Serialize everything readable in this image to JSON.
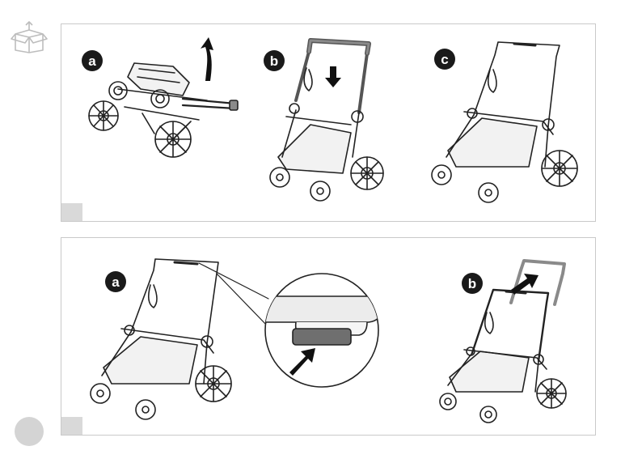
{
  "steps_top": [
    {
      "badge": "a",
      "illustration": "folded-stroller-unfold-handle"
    },
    {
      "badge": "b",
      "illustration": "stroller-handle-push-down"
    },
    {
      "badge": "c",
      "illustration": "stroller-unfolded"
    }
  ],
  "steps_bottom": [
    {
      "badge": "a",
      "illustration": "stroller-handle-button-press"
    },
    {
      "badge": "b",
      "illustration": "stroller-handle-height-adjust"
    }
  ],
  "icons": {
    "header": "unboxing-box-icon",
    "arrow": "direction-arrow-icon"
  },
  "colors": {
    "badge": "#1a1a1a",
    "step_box": "#d9d9d9",
    "page_circle": "#d4d4d4",
    "panel_border": "#c9c9c9",
    "handle_highlight": "#8a8a8a"
  }
}
